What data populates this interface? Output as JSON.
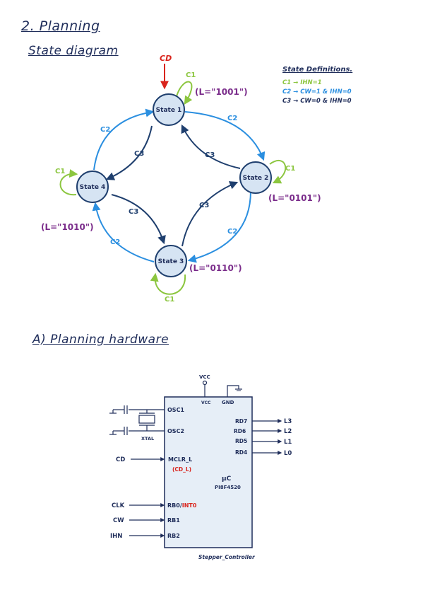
{
  "section_title": "2. Planning",
  "state_diagram_heading": "State diagram",
  "hardware_heading": "A) Planning hardware",
  "definitions": {
    "title": "State Definitions.",
    "c1": "C1 → IHN=1",
    "c2": "C2 → CW=1 & IHN=0",
    "c3": "C3 → CW=0 & IHN=0"
  },
  "states": {
    "s1": {
      "label": "State 1",
      "output": "(L=\"1001\")"
    },
    "s2": {
      "label": "State 2",
      "output": "(L=\"0101\")"
    },
    "s3": {
      "label": "State 3",
      "output": "(L=\"0110\")"
    },
    "s4": {
      "label": "State 4",
      "output": "(L=\"1010\")"
    }
  },
  "transitions": {
    "c1": "C1",
    "c2": "C2",
    "c3": "C3",
    "cd": "CD"
  },
  "colors": {
    "c1": "#8cc63f",
    "c2": "#2b8fe0",
    "c3": "#1f3f6e",
    "cd": "#d9241c",
    "output": "#7b2d8b",
    "ink": "#1f2d5a",
    "chip_fill": "#e6eef7"
  },
  "hardware": {
    "vcc": "VCC",
    "vcc_pin": "VCC",
    "gnd_pin": "GND",
    "osc1": "OSC1",
    "osc2": "OSC2",
    "xtal": "XTAL",
    "mclr": "MCLR_L",
    "mclr_note": "(CD_L)",
    "mcu_symbol": "μC",
    "mcu_part": "PI8F4520",
    "rb0": "RB0/",
    "int0": "INT0",
    "rb1": "RB1",
    "rb2": "RB2",
    "rd7": "RD7",
    "rd6": "RD6",
    "rd5": "RD5",
    "rd4": "RD4",
    "out_l3": "L3",
    "out_l2": "L2",
    "out_l1": "L1",
    "out_l0": "L0",
    "in_cd": "CD",
    "in_clk": "CLK",
    "in_cw": "CW",
    "in_ihn": "IHN",
    "chip_caption": "Stepper_Controller"
  }
}
